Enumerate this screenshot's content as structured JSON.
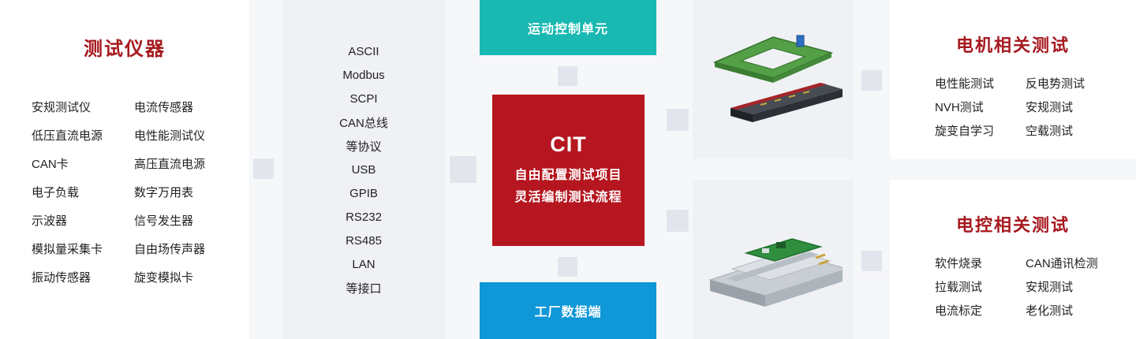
{
  "colors": {
    "accent_red": "#b5161f",
    "title_red": "#a6191f",
    "teal": "#19b8b2",
    "blue": "#0f97d7",
    "panel_gray": "#eff1f4",
    "connector_gray": "#e2e6ec",
    "page_bg": "#f6f7f9"
  },
  "instruments": {
    "title": "测试仪器",
    "col1": [
      "安规测试仪",
      "低压直流电源",
      "CAN卡",
      "电子负载",
      "示波器",
      "模拟量采集卡",
      "振动传感器"
    ],
    "col2": [
      "电流传感器",
      "电性能测试仪",
      "高压直流电源",
      "数字万用表",
      "信号发生器",
      "自由场传声器",
      "旋变模拟卡"
    ]
  },
  "protocols": {
    "items": [
      "ASCII",
      "Modbus",
      "SCPI",
      "CAN总线",
      "等协议",
      "USB",
      "GPIB",
      "RS232",
      "RS485",
      "LAN",
      "等接口"
    ]
  },
  "center": {
    "top_box": "运动控制单元",
    "cit_title": "CIT",
    "cit_line1": "自由配置测试项目",
    "cit_line2": "灵活编制测试流程",
    "bottom_box": "工厂数据端"
  },
  "images": {
    "top": "motor-stator-fixture-render",
    "bottom": "controller-fixture-render"
  },
  "motor_tests": {
    "title": "电机相关测试",
    "col1": [
      "电性能测试",
      "NVH测试",
      "旋变自学习"
    ],
    "col2": [
      "反电势测试",
      "安规测试",
      "空载测试"
    ]
  },
  "control_tests": {
    "title": "电控相关测试",
    "col1": [
      "软件烧录",
      "拉载测试",
      "电流标定"
    ],
    "col2": [
      "CAN通讯检测",
      "安规测试",
      "老化测试"
    ]
  }
}
